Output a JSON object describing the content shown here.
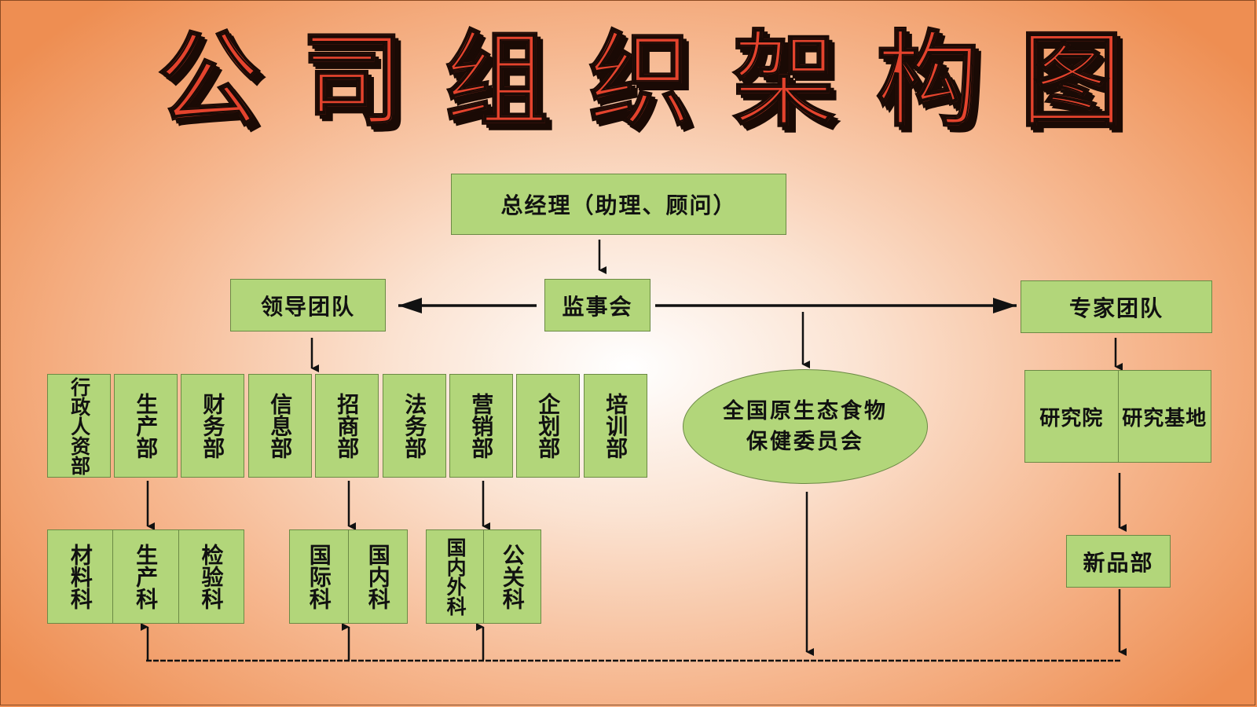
{
  "title": [
    "公",
    "司",
    "组",
    "织",
    "架",
    "构",
    "图"
  ],
  "nodes": {
    "general_manager": "总经理（助理、顾问）",
    "supervisory_board": "监事会",
    "leadership_team": "领导团队",
    "expert_team": "专家团队",
    "committee_line1": "全国原生态食物",
    "committee_line2": "保健委员会",
    "research_institute": "研究院",
    "research_base": "研究基地",
    "new_products": "新品部"
  },
  "departments": [
    "行政人资部",
    "生产部",
    "财务部",
    "信息部",
    "招商部",
    "法务部",
    "营销部",
    "企划部",
    "培训部"
  ],
  "sections": {
    "production": [
      "材料科",
      "生产科",
      "检验科"
    ],
    "investment": [
      "国际科",
      "国内科"
    ],
    "marketing": [
      "国内外科",
      "公关科"
    ]
  },
  "colors": {
    "box_fill": "#b2d67a",
    "title_red": "#e4432d",
    "connector": "#111111"
  }
}
